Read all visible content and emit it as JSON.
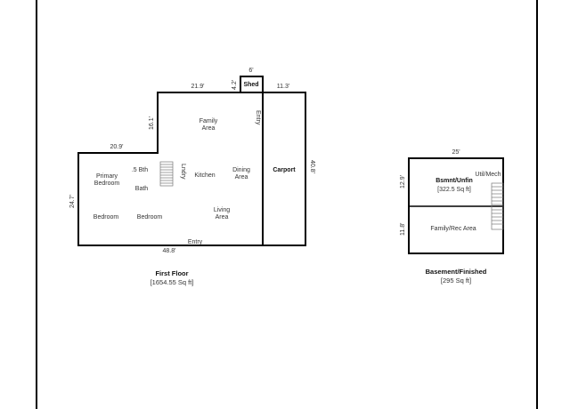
{
  "first_floor": {
    "title": "First Floor",
    "area": "[1654.55 Sq ft]",
    "dims": {
      "left_height": "24.7'",
      "bottom_width": "48.8'",
      "upper_left_width": "20.9'",
      "step_height": "16.1'",
      "upper_width": "21.9'",
      "shed_height": "4.2'",
      "shed_width": "6'",
      "carport_width": "11.3'",
      "carport_height": "40.8'"
    },
    "rooms": {
      "primary_bedroom_1": "Primary",
      "primary_bedroom_2": "Bedroom",
      "half_bath": ".5 Bth",
      "bath": "Bath",
      "laundry": "Lndry",
      "kitchen": "Kitchen",
      "family_area_1": "Family",
      "family_area_2": "Area",
      "dining_area_1": "Dining",
      "dining_area_2": "Area",
      "bedroom_1": "Bedroom",
      "bedroom_2": "Bedroom",
      "living_area_1": "Living",
      "living_area_2": "Area",
      "entry_bottom": "Entry",
      "entry_side": "Entry",
      "shed": "Shed",
      "carport": "Carport"
    }
  },
  "basement": {
    "title": "Basement/Finished",
    "area": "[295 Sq ft]",
    "dims": {
      "width": "25'",
      "upper_height": "12.9'",
      "lower_height": "11.8'"
    },
    "rooms": {
      "unfinished_title": "Bsmnt/Unfin",
      "unfinished_area": "[322.5 Sq ft]",
      "utility": "Util/Mech",
      "family_rec": "Family/Rec Area"
    }
  }
}
